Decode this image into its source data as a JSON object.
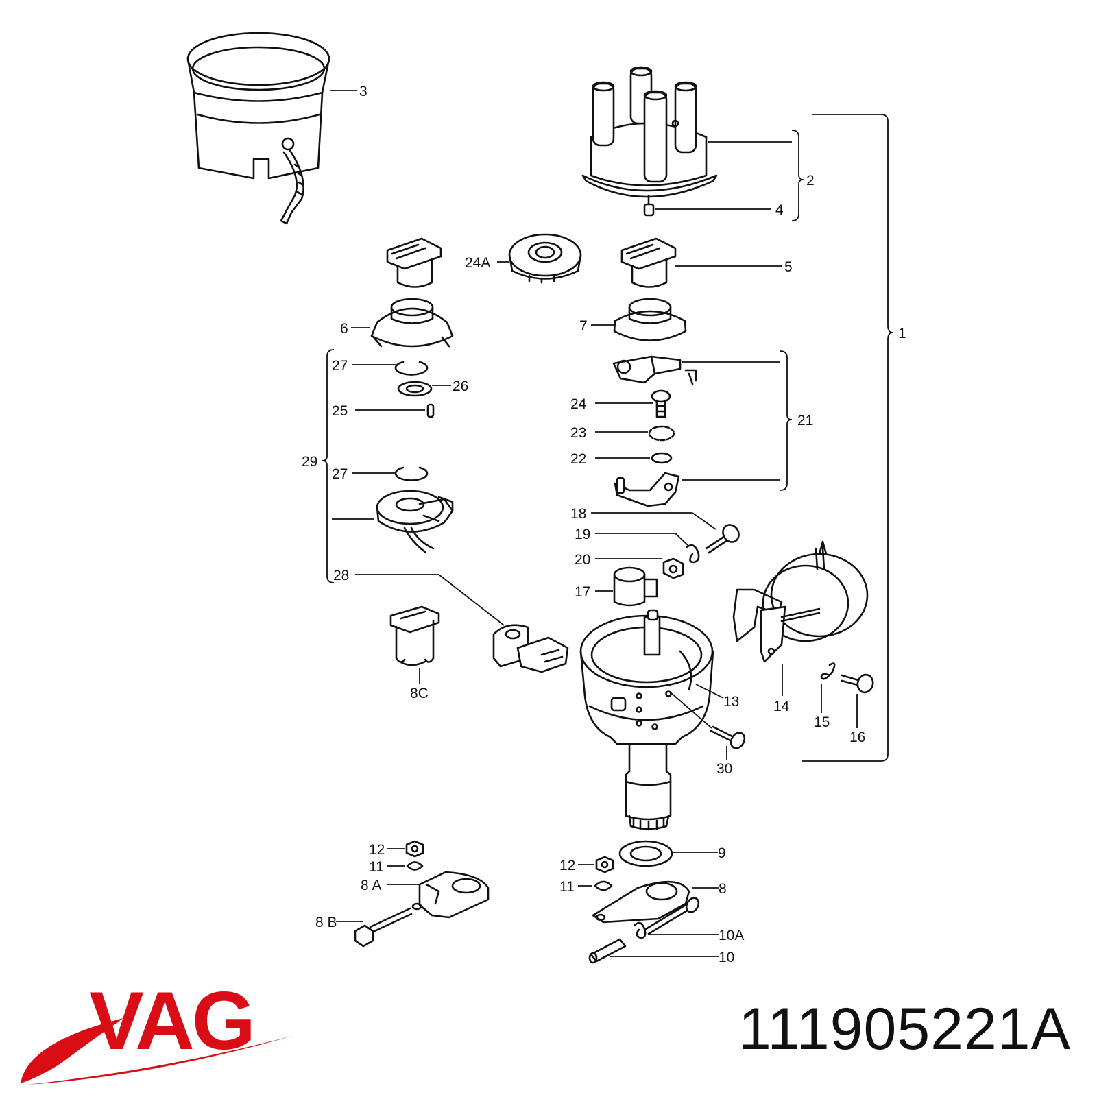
{
  "brand": {
    "name": "VAG",
    "color": "#d80d15"
  },
  "part_number": "111905221A",
  "labels": {
    "l1": "1",
    "l2": "2",
    "l3": "3",
    "l4": "4",
    "l5": "5",
    "l6": "6",
    "l7": "7",
    "l8": "8",
    "l8a": "8 A",
    "l8b": "8 B",
    "l8c": "8C",
    "l9": "9",
    "l10": "10",
    "l10a": "10A",
    "l11a": "11",
    "l11b": "11",
    "l12a": "12",
    "l12b": "12",
    "l13": "13",
    "l14": "14",
    "l15": "15",
    "l16": "16",
    "l17": "17",
    "l18": "18",
    "l19": "19",
    "l20": "20",
    "l21": "21",
    "l22": "22",
    "l23": "23",
    "l24": "24",
    "l24a": "24A",
    "l25": "25",
    "l26": "26",
    "l27a": "27",
    "l27b": "27",
    "l28": "28",
    "l29": "29",
    "l30": "30"
  }
}
